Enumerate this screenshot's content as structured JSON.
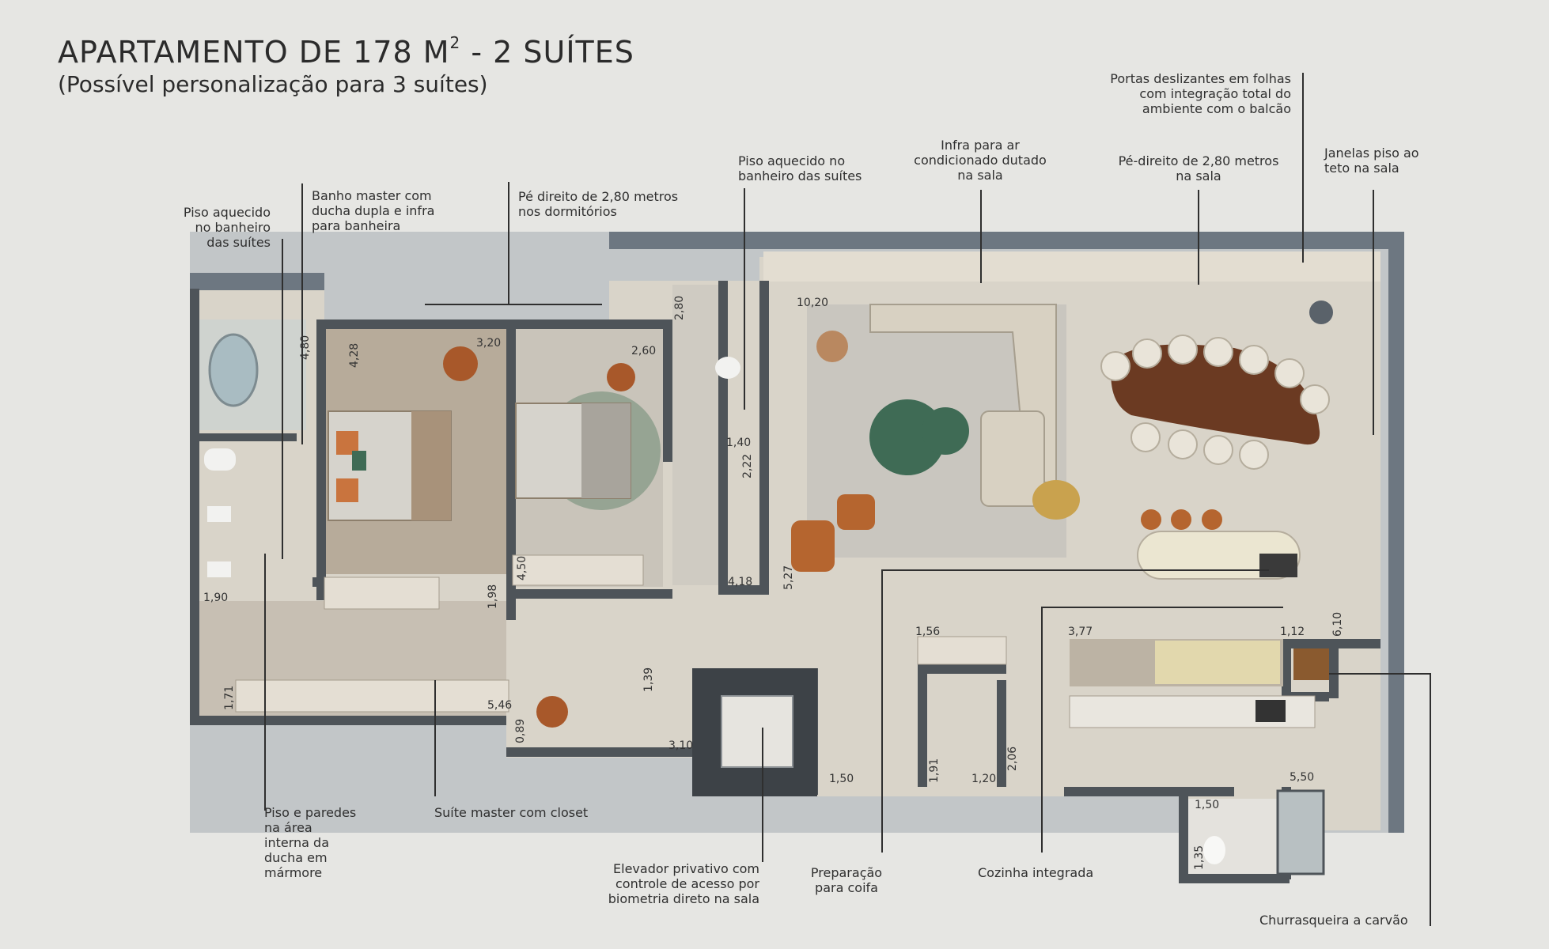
{
  "header": {
    "title_main": "APARTAMENTO DE 178 M",
    "title_sup": "2",
    "title_tail": " - 2 SUÍTES",
    "subtitle": "(Possível personalização para 3 suítes)"
  },
  "callouts": {
    "piso_aquecido_left": "Piso aquecido\nno banheiro\ndas suítes",
    "banho_master": "Banho master com\nducha dupla e infra\npara banheira",
    "pe_direito_dorm": "Pé direito de 2,80 metros\nnos dormitórios",
    "piso_aquecido_mid": "Piso aquecido no\nbanheiro das suítes",
    "infra_ar": "Infra para ar\ncondicionado dutado\nna sala",
    "portas_deslizantes": "Portas deslizantes em folhas\ncom integração total do\nambiente com o balcão",
    "pe_direito_sala": "Pé-direito de 2,80 metros\nna sala",
    "janelas": "Janelas piso ao\nteto na sala",
    "piso_paredes": "Piso e paredes\nna área\ninterna da\nducha em\nmármore",
    "suite_master": "Suíte master com closet",
    "elevador": "Elevador privativo com\ncontrole de acesso por\nbiometria direto na sala",
    "preparacao": "Preparação\npara coifa",
    "cozinha": "Cozinha integrada",
    "churrasqueira": "Churrasqueira a carvão"
  },
  "dimensions": {
    "d480": "4,80",
    "d428": "4,28",
    "d320": "3,20",
    "d260": "2,60",
    "d280": "2,80",
    "d1020": "10,20",
    "d140": "1,40",
    "d222": "2,22",
    "d418": "4,18",
    "d527": "5,27",
    "d450": "4,50",
    "d198": "1,98",
    "d190": "1,90",
    "d171": "1,71",
    "d546": "5,46",
    "d089": "0,89",
    "d139": "1,39",
    "d310": "3,10",
    "d150a": "1,50",
    "d156": "1,56",
    "d191": "1,91",
    "d120": "1,20",
    "d206": "2,06",
    "d377": "3,77",
    "d112": "1,12",
    "d610": "6,10",
    "d550": "5,50",
    "d150b": "1,50",
    "d135": "1,35"
  },
  "colors": {
    "background": "#e6e6e3",
    "wall": "#4e5459",
    "floor": "#d8d3c8",
    "wood": "#6b3a22",
    "sofa": "#d9d2c4",
    "green": "#3f6b55",
    "orange": "#b5652f"
  }
}
